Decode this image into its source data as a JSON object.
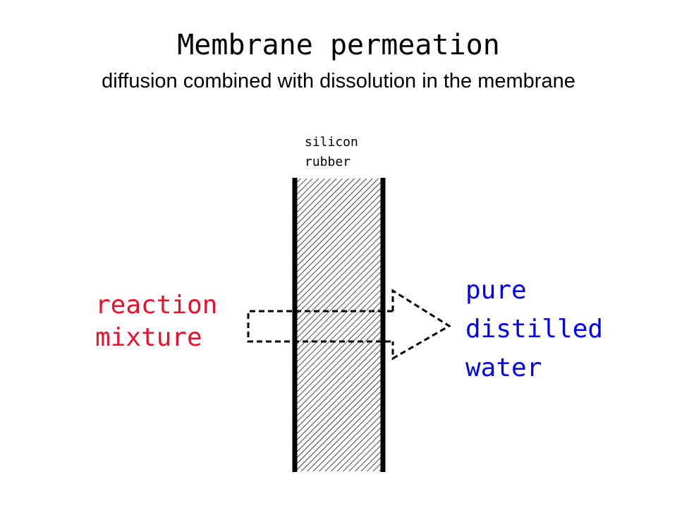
{
  "title": "Membrane permeation",
  "subtitle": "diffusion combined with dissolution in the membrane",
  "membrane": {
    "label_lines": [
      "silicon",
      "rubber"
    ]
  },
  "left_side": {
    "label_lines": [
      "reaction",
      "mixture"
    ]
  },
  "right_side": {
    "label_lines": [
      "pure",
      "distilled",
      "water"
    ]
  },
  "colors": {
    "left_label": "#e8112d",
    "right_label": "#0000ee",
    "lines": "#000000"
  },
  "icons": {
    "flow_arrow": "dashed-right-arrow-icon",
    "membrane": "hatched-membrane"
  }
}
